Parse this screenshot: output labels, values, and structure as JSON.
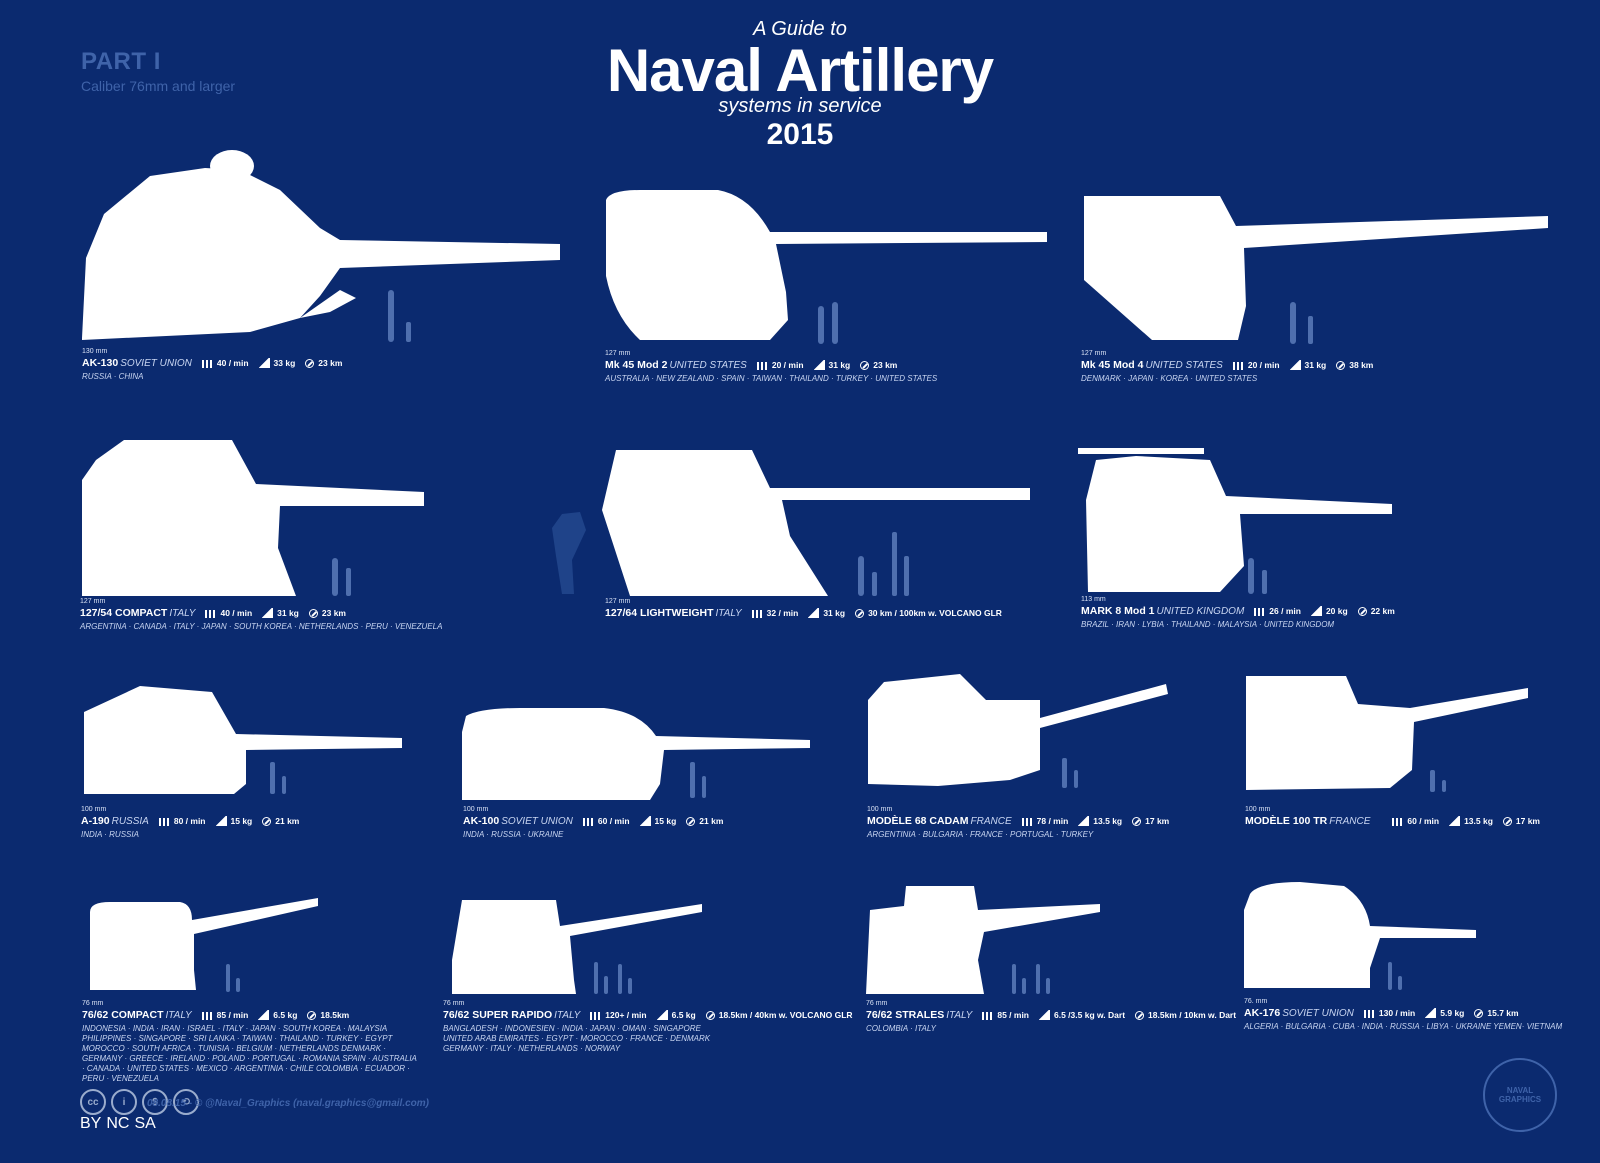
{
  "header": {
    "part": "PART I",
    "part_sub": "Caliber 76mm and larger",
    "pre": "A Guide to",
    "title": "Naval Artillery",
    "sub": "systems in service",
    "year": "2015"
  },
  "icons": {
    "rate": "ammo-rounds-icon",
    "weight": "shell-weight-icon",
    "range": "range-gauge-icon"
  },
  "guns": [
    {
      "caliber": "130 mm",
      "name": "AK-130",
      "country": "SOVIET UNION",
      "rate": "40 / min",
      "weight": "33 kg",
      "range": "23 km",
      "operators": "RUSSIA · CHINA"
    },
    {
      "caliber": "127 mm",
      "name": "Mk 45 Mod 2",
      "country": "UNITED STATES",
      "rate": "20 / min",
      "weight": "31 kg",
      "range": "23 km",
      "operators": "AUSTRALIA · NEW ZEALAND · SPAIN · TAIWAN · THAILAND · TURKEY · UNITED STATES"
    },
    {
      "caliber": "127 mm",
      "name": "Mk 45 Mod 4",
      "country": "UNITED STATES",
      "rate": "20 / min",
      "weight": "31 kg",
      "range": "38 km",
      "operators": "DENMARK · JAPAN · KOREA · UNITED STATES"
    },
    {
      "caliber": "127 mm",
      "name": "127/54 COMPACT",
      "country": "ITALY",
      "rate": "40 / min",
      "weight": "31 kg",
      "range": "23 km",
      "operators": "ARGENTINA · CANADA · ITALY · JAPAN · SOUTH KOREA · NETHERLANDS · PERU · VENEZUELA"
    },
    {
      "caliber": "127 mm",
      "name": "127/64 LIGHTWEIGHT",
      "country": "ITALY",
      "rate": "32 / min",
      "weight": "31 kg",
      "range": "30 km / 100km w. VOLCANO GLR",
      "operators": ""
    },
    {
      "caliber": "113 mm",
      "name": "MARK 8 Mod 1",
      "country": "UNITED KINGDOM",
      "rate": "26 / min",
      "weight": "20 kg",
      "range": "22 km",
      "operators": "BRAZIL · IRAN · LYBIA · THAILAND · MALAYSIA · UNITED KINGDOM"
    },
    {
      "caliber": "100 mm",
      "name": "A-190",
      "country": "RUSSIA",
      "rate": "80 / min",
      "weight": "15 kg",
      "range": "21 km",
      "operators": "INDIA · RUSSIA"
    },
    {
      "caliber": "100 mm",
      "name": "AK-100",
      "country": "SOVIET UNION",
      "rate": "60 / min",
      "weight": "15 kg",
      "range": "21 km",
      "operators": "INDIA · RUSSIA · UKRAINE"
    },
    {
      "caliber": "100 mm",
      "name": "MODÈLE 68 CADAM",
      "country": "FRANCE",
      "rate": "78 / min",
      "weight": "13.5 kg",
      "range": "17 km",
      "operators": "ARGENTINIA · BULGARIA · FRANCE · PORTUGAL · TURKEY"
    },
    {
      "caliber": "100 mm",
      "name": "MODÈLE 100 TR",
      "country": "FRANCE",
      "rate": "60 / min",
      "weight": "13.5 kg",
      "range": "17 km",
      "operators": ""
    },
    {
      "caliber": "76 mm",
      "name": "76/62 COMPACT",
      "country": "ITALY",
      "rate": "85 / min",
      "weight": "6.5 kg",
      "range": "18.5km",
      "operators": "INDONESIA · INDIA · IRAN · ISRAEL · ITALY · JAPAN · SOUTH KOREA · MALAYSIA PHILIPPINES · SINGAPORE · SRI LANKA · TAIWAN · THAILAND · TURKEY · EGYPT MOROCCO · SOUTH AFRICA · TUNISIA · BELGIUM · NETHERLANDS DENMARK · GERMANY · GREECE · IRELAND · POLAND · PORTUGAL · ROMANIA SPAIN · AUSTRALIA · CANADA · UNITED STATES · MEXICO · ARGENTINIA · CHILE COLOMBIA · ECUADOR · PERU · VENEZUELA"
    },
    {
      "caliber": "76 mm",
      "name": "76/62 SUPER RAPIDO",
      "country": "ITALY",
      "rate": "120+ / min",
      "weight": "6.5 kg",
      "range": "18.5km / 40km w. VOLCANO GLR",
      "operators": "BANGLADESH · INDONESIEN · INDIA · JAPAN · OMAN · SINGAPORE UNITED ARAB EMIRATES · EGYPT · MOROCCO · FRANCE · DENMARK GERMANY · ITALY · NETHERLANDS · NORWAY"
    },
    {
      "caliber": "76 mm",
      "name": "76/62 STRALES",
      "country": "ITALY",
      "rate": "85 / min",
      "weight": "6.5 /3.5 kg w. Dart",
      "range": "18.5km / 10km w. Dart",
      "operators": "COLOMBIA · ITALY"
    },
    {
      "caliber": "76. mm",
      "name": "AK-176",
      "country": "SOVIET UNION",
      "rate": "130 / min",
      "weight": "5.9 kg",
      "range": "15.7 km",
      "operators": "ALGERIA · BULGARIA · CUBA · INDIA · RUSSIA · LIBYA · UKRAINE YEMEN· VIETNAM"
    }
  ],
  "footer": {
    "license": [
      "cc",
      "i",
      "$",
      "⟲"
    ],
    "license_labels": [
      "BY",
      "NC",
      "SA"
    ],
    "credit": "08.08.15 - © @Naval_Graphics (naval.graphics@gmail.com)",
    "logo": "NAVAL GRAPHICS"
  }
}
